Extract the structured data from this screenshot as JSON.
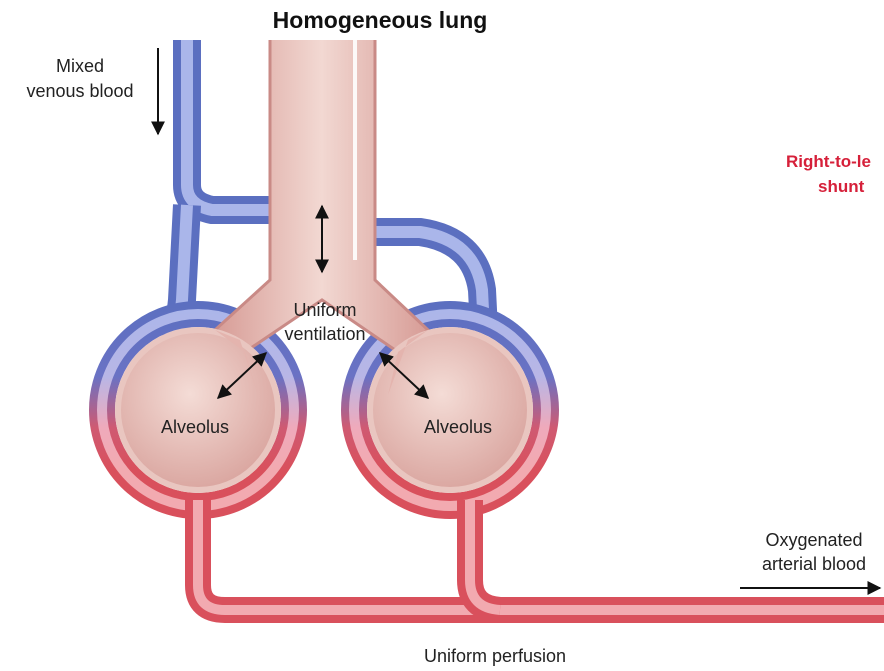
{
  "title": "Homogeneous lung",
  "labels": {
    "mixed_venous_line1": "Mixed",
    "mixed_venous_line2": "venous blood",
    "ventilation_line1": "Uniform",
    "ventilation_line2": "ventilation",
    "alveolus_left": "Alveolus",
    "alveolus_right": "Alveolus",
    "oxygenated_line1": "Oxygenated",
    "oxygenated_line2": "arterial blood",
    "perfusion": "Uniform perfusion",
    "shunt_line1": "Right-to-le",
    "shunt_line2": "shunt"
  },
  "colors": {
    "venous": "#5b6fc0",
    "venous_light": "#aab6ea",
    "arterial": "#d9505c",
    "arterial_light": "#f2aab0",
    "airway": "#c98a86",
    "airway_light": "#f4dcd6",
    "shunt_text": "#d6203a"
  }
}
